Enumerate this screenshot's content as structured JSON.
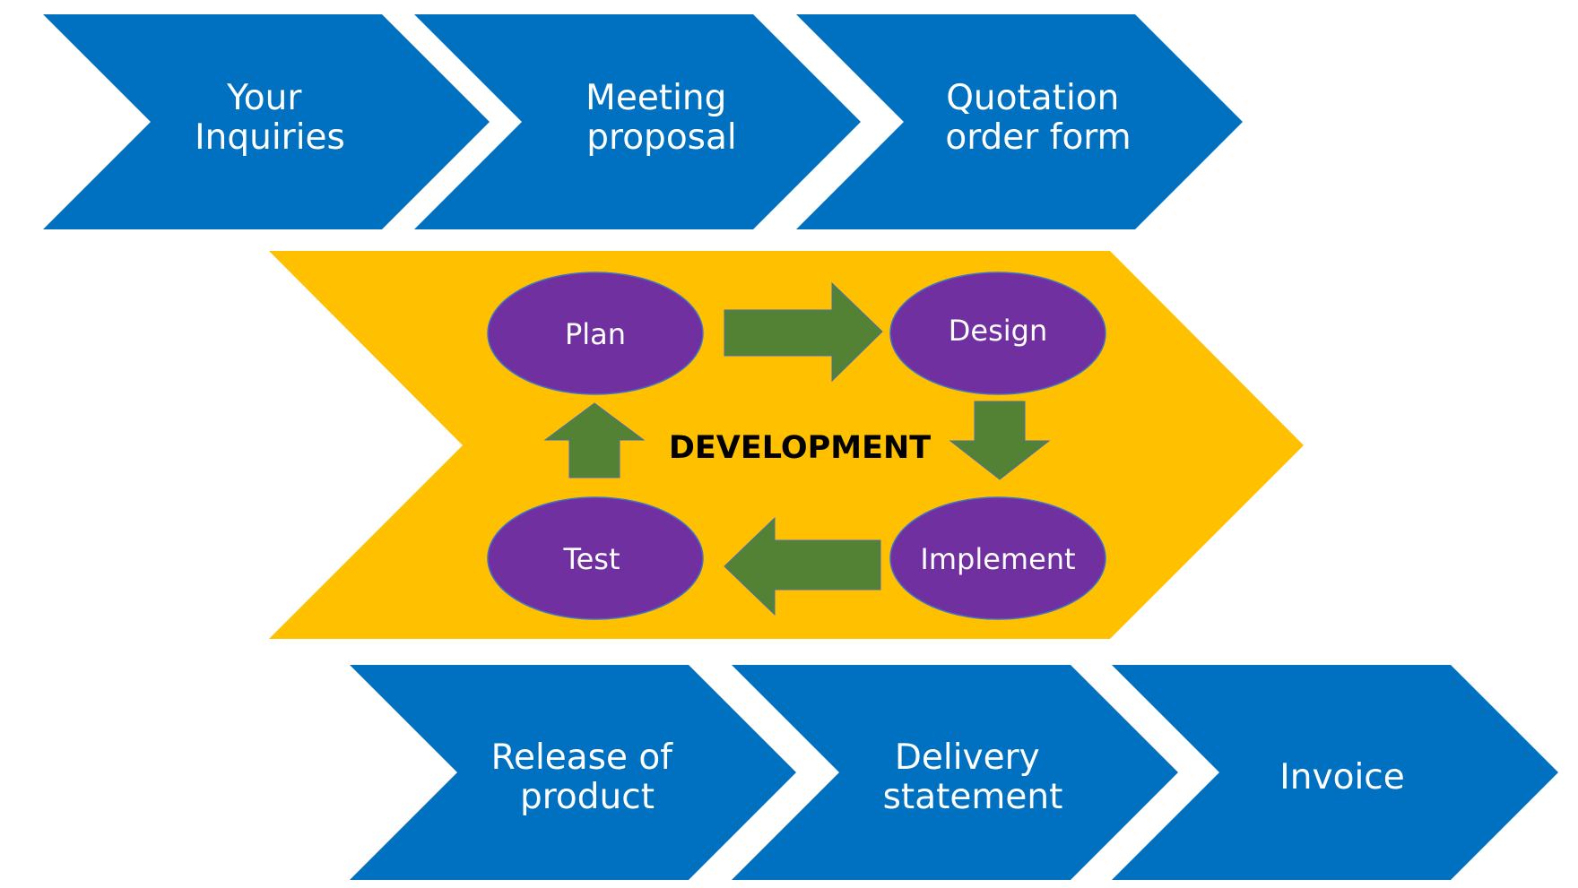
{
  "colors": {
    "chevron_blue": "#0070C0",
    "development_yellow": "#FFC000",
    "ellipse_purple": "#7030A0",
    "ellipse_border": "#4472C4",
    "arrow_green": "#548235",
    "arrow_border": "#4A6FB0"
  },
  "top_row": [
    {
      "line1": "Your",
      "line2": "Inquiries"
    },
    {
      "line1": "Meeting",
      "line2": "proposal"
    },
    {
      "line1": "Quotation",
      "line2": "order form"
    }
  ],
  "development": {
    "title": "DEVELOPMENT",
    "cycle": {
      "plan": "Plan",
      "design": "Design",
      "implement": "Implement",
      "test": "Test"
    }
  },
  "bottom_row": [
    {
      "line1": "Release of",
      "line2": "product"
    },
    {
      "line1": "Delivery",
      "line2": "statement"
    },
    {
      "line1": "Invoice",
      "line2": ""
    }
  ]
}
